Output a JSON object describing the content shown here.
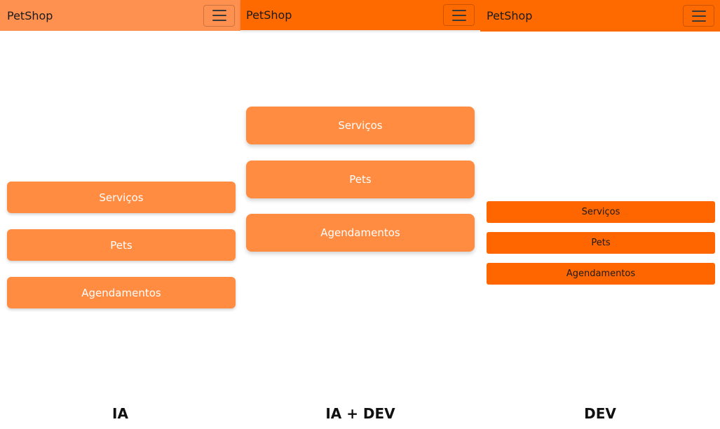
{
  "panels": [
    {
      "brand": "PetShop",
      "buttons": [
        "Serviços",
        "Pets",
        "Agendamentos"
      ],
      "caption": "IA"
    },
    {
      "brand": "PetShop",
      "buttons": [
        "Serviços",
        "Pets",
        "Agendamentos"
      ],
      "caption": "IA + DEV"
    },
    {
      "brand": "PetShop",
      "buttons": [
        "Serviços",
        "Pets",
        "Agendamentos"
      ],
      "caption": "DEV"
    }
  ],
  "colors": {
    "panel1_navbar": "#ff9150",
    "panel1_button": "#ff8c40",
    "panel2_navbar": "#ff6a00",
    "panel2_button": "#ff8c40",
    "panel3_navbar": "#ff6a00",
    "panel3_button": "#ff6600"
  },
  "icons": {
    "toggler": "hamburger-menu-icon"
  }
}
